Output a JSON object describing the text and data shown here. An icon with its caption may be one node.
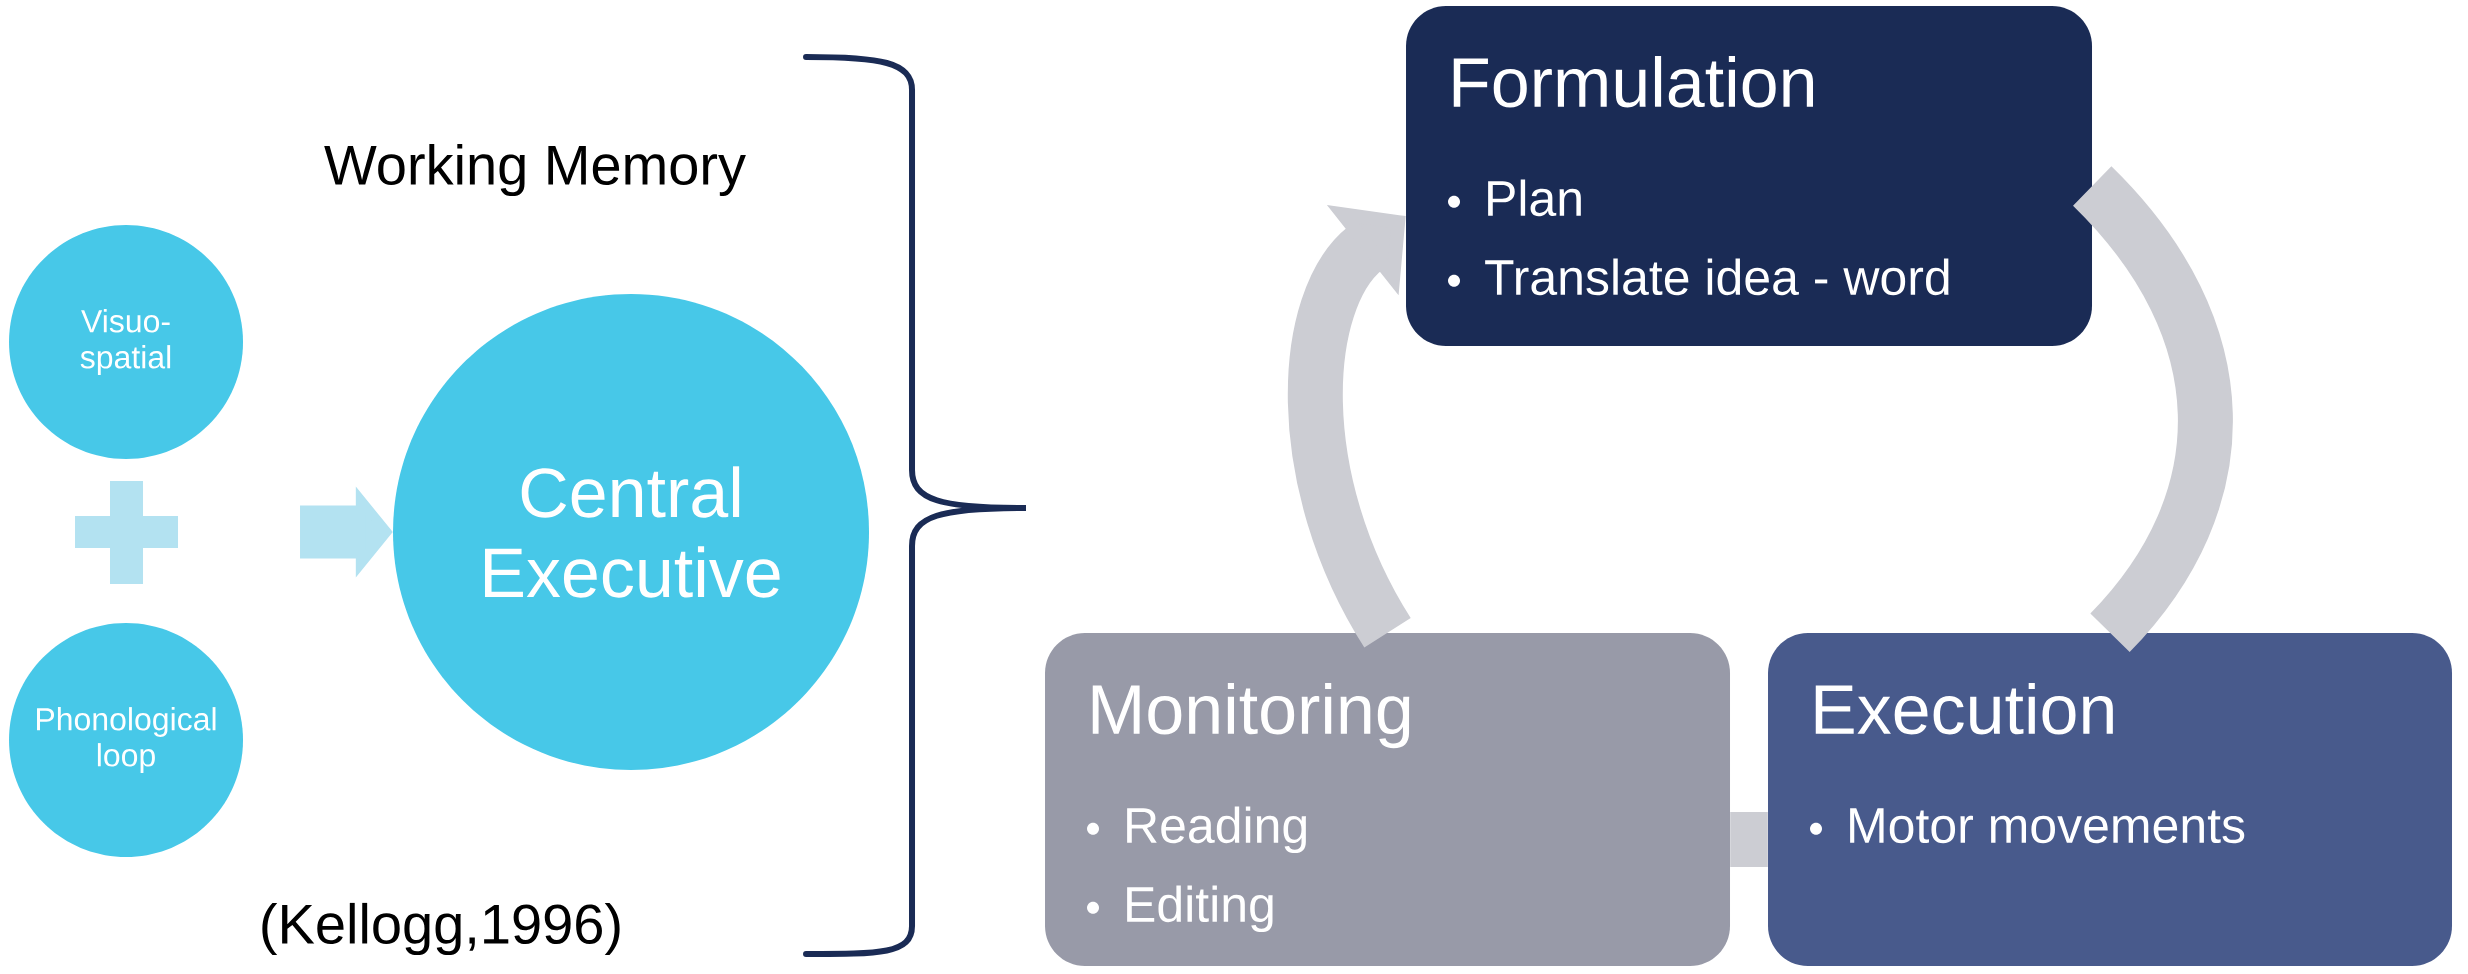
{
  "diagram": {
    "nodes": [
      {
        "text": [
          "Visuo-spatial"
        ]
      },
      {
        "text": [
          "Phonological loop"
        ]
      },
      {
        "text": [
          "Central Executive"
        ]
      },
      {
        "text": [
          "Formulation",
          "Plan",
          "Translate idea - word"
        ]
      },
      {
        "text": [
          "Monitoring",
          "Reading",
          "Editing"
        ]
      },
      {
        "text": [
          "Execution",
          "Motor movements"
        ]
      }
    ],
    "edges": [
      {
        "from": null,
        "to": 2,
        "arrow": "to",
        "color": "#b3e2f1"
      },
      {
        "from": 4,
        "to": 3,
        "arrow": "to"
      },
      {
        "from": 3,
        "to": 5,
        "arrow": "none"
      },
      {
        "from": 5,
        "to": 4,
        "arrow": "none"
      }
    ],
    "labels": [
      "Working Memory",
      "(Kellogg,1996)"
    ]
  }
}
